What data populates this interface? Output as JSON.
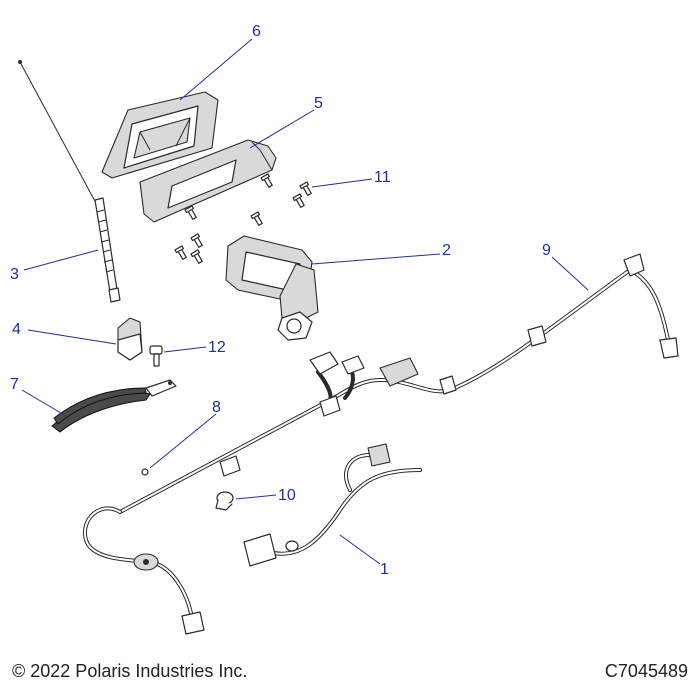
{
  "callouts": [
    {
      "id": "1",
      "label": "1"
    },
    {
      "id": "2",
      "label": "2"
    },
    {
      "id": "3",
      "label": "3"
    },
    {
      "id": "4",
      "label": "4"
    },
    {
      "id": "5",
      "label": "5"
    },
    {
      "id": "6",
      "label": "6"
    },
    {
      "id": "7",
      "label": "7"
    },
    {
      "id": "8",
      "label": "8"
    },
    {
      "id": "9",
      "label": "9"
    },
    {
      "id": "10",
      "label": "10"
    },
    {
      "id": "11",
      "label": "11"
    },
    {
      "id": "12",
      "label": "12"
    }
  ],
  "footer": {
    "copyright": "© 2022 Polaris Industries Inc.",
    "figure_code": "C7045489"
  },
  "colors": {
    "callout": "#1f2f9a",
    "line": "#2a2a2a"
  }
}
